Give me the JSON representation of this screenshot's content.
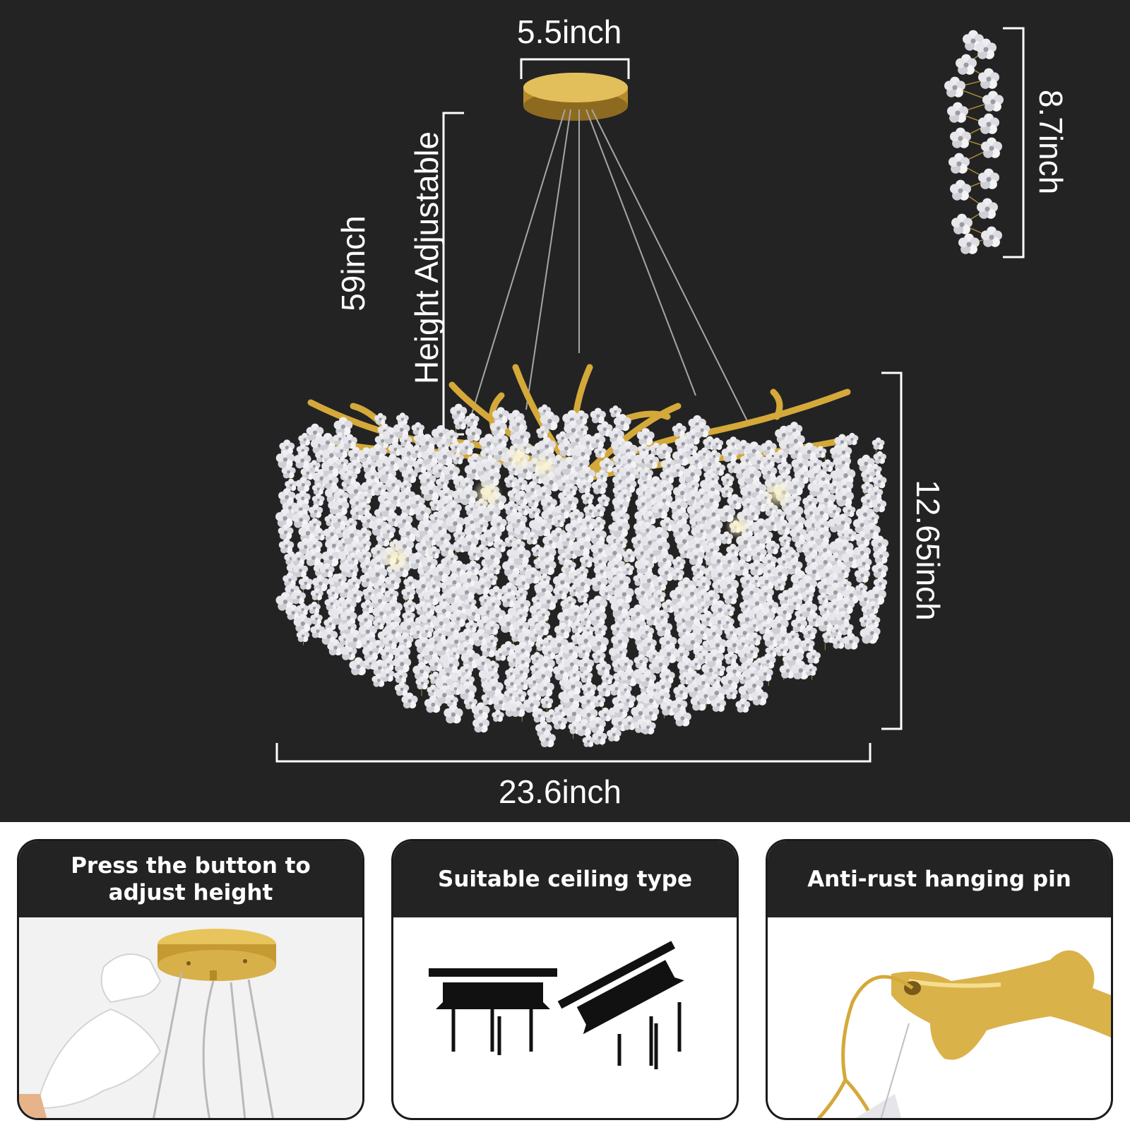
{
  "dimensions": {
    "canopy_width": "5.5inch",
    "height_adjustable": "Height Adjustable",
    "cable_length": "59inch",
    "body_height": "12.65inch",
    "body_width": "23.6inch",
    "strand_length": "8.7inch"
  },
  "features": [
    {
      "title": "Press the button to adjust height",
      "icon": "gloved-hand-canopy-icon"
    },
    {
      "title": "Suitable ceiling type",
      "icon": "ceiling-type-icon"
    },
    {
      "title": "Anti-rust hanging pin",
      "icon": "hanging-pin-icon"
    }
  ],
  "colors": {
    "background": "#232323",
    "gold": "#d4a93a",
    "crystal": "#e8e8ea",
    "text": "#ffffff"
  }
}
